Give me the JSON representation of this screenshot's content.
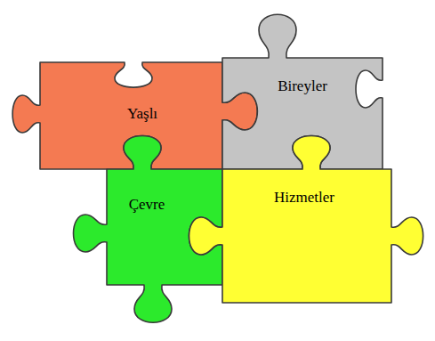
{
  "diagram": {
    "nodes": [
      {
        "text": [
          "Yaşlı"
        ]
      },
      {
        "text": [
          "Bireyler"
        ]
      },
      {
        "text": [
          "Çevre"
        ]
      },
      {
        "text": [
          "Hizmetler"
        ]
      }
    ]
  }
}
